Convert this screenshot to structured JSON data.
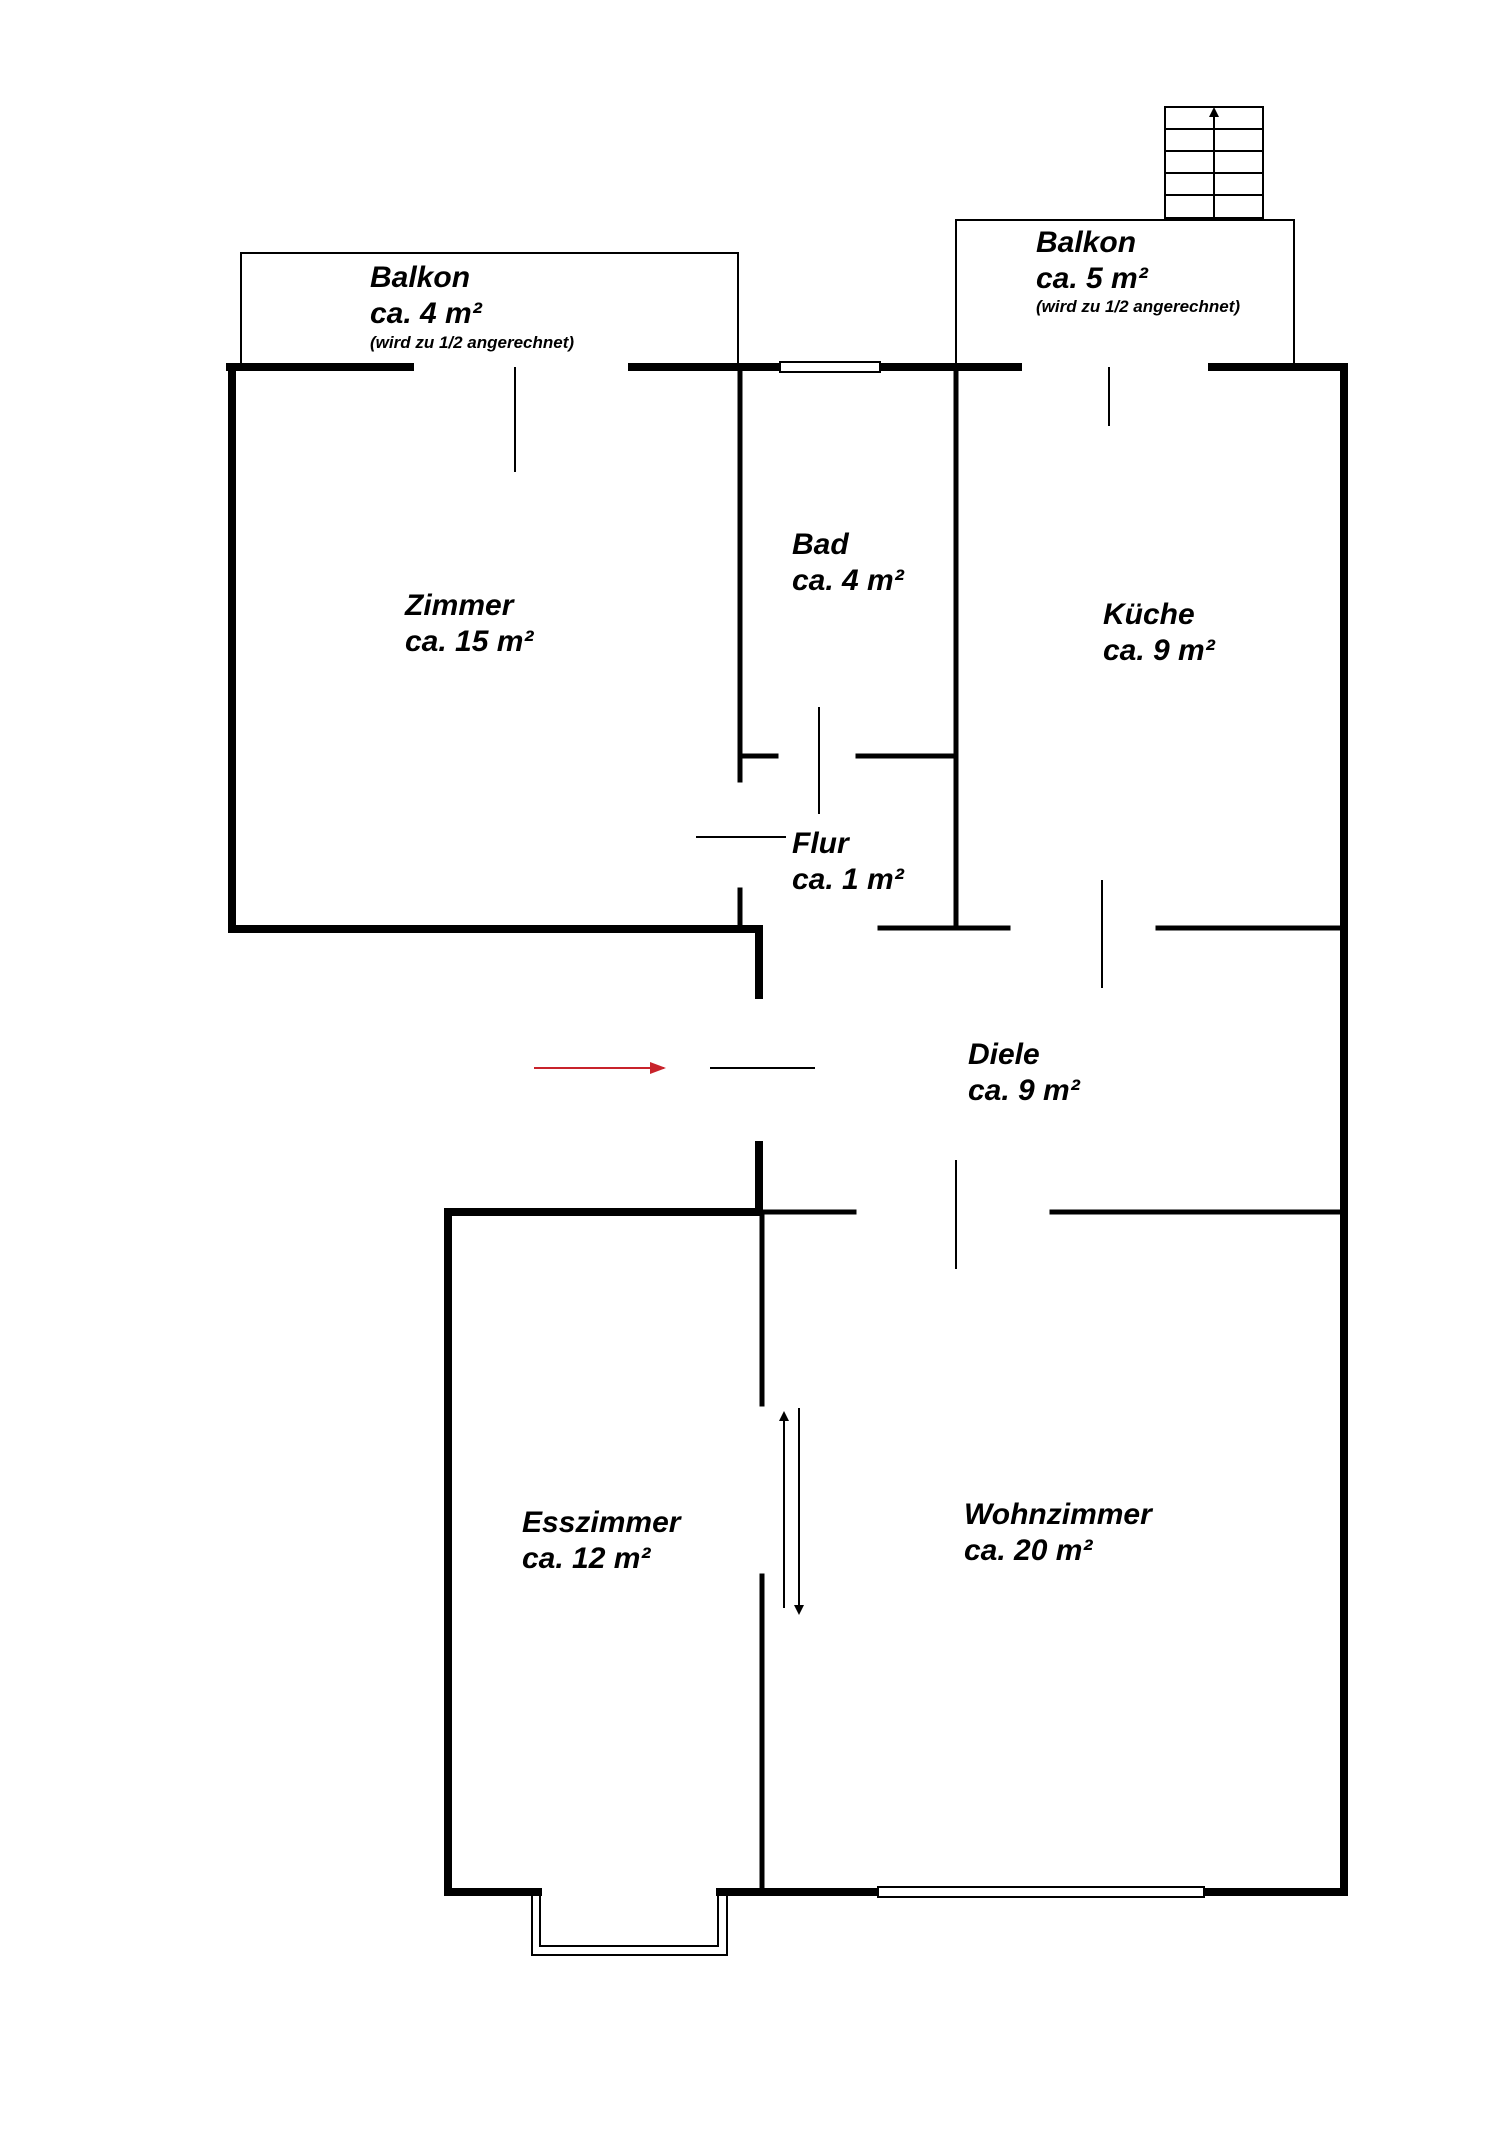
{
  "rooms": {
    "balkon_left": {
      "name": "Balkon",
      "area": "ca. 4 m²",
      "note": "(wird zu 1/2 angerechnet)"
    },
    "balkon_right": {
      "name": "Balkon",
      "area": "ca. 5 m²",
      "note": "(wird zu 1/2 angerechnet)"
    },
    "bad": {
      "name": "Bad",
      "area": "ca. 4 m²"
    },
    "zimmer": {
      "name": "Zimmer",
      "area": "ca. 15 m²"
    },
    "kueche": {
      "name": "Küche",
      "area": "ca. 9 m²"
    },
    "flur": {
      "name": "Flur",
      "area": "ca. 1 m²"
    },
    "diele": {
      "name": "Diele",
      "area": "ca. 9 m²"
    },
    "esszimmer": {
      "name": "Esszimmer",
      "area": "ca. 12 m²"
    },
    "wohnzimmer": {
      "name": "Wohnzimmer",
      "area": "ca. 20 m²"
    }
  },
  "colors": {
    "wall": "#000000",
    "entrance_arrow": "#c8232b",
    "background": "#ffffff"
  },
  "icons": {
    "entrance": "entrance-arrow-icon",
    "stairs": "staircase-up-icon",
    "sliding_door": "sliding-door-arrows-icon"
  }
}
